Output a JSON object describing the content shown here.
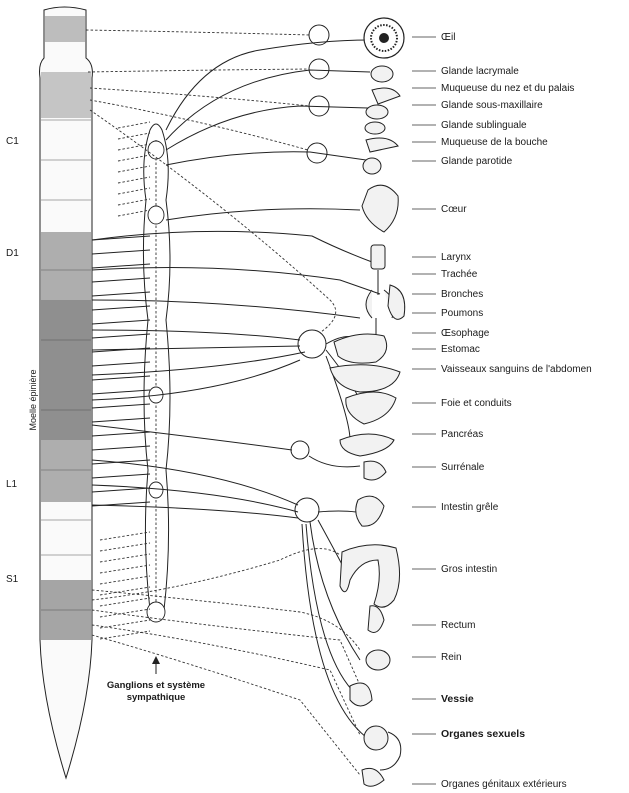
{
  "spinal_cord": {
    "title": "Moelle épinière",
    "segments": [
      "C1",
      "D1",
      "L1",
      "S1"
    ]
  },
  "sympathetic_caption": {
    "line1": "Ganglions et système",
    "line2": "sympathique"
  },
  "organs": [
    {
      "label": "Œil",
      "bold": false
    },
    {
      "label": "Glande lacrymale",
      "bold": false
    },
    {
      "label": "Muqueuse du nez et du palais",
      "bold": false
    },
    {
      "label": "Glande sous-maxillaire",
      "bold": false
    },
    {
      "label": "Glande sublinguale",
      "bold": false
    },
    {
      "label": "Muqueuse de la bouche",
      "bold": false
    },
    {
      "label": "Glande parotide",
      "bold": false
    },
    {
      "label": "Cœur",
      "bold": false
    },
    {
      "label": "Larynx",
      "bold": false
    },
    {
      "label": "Trachée",
      "bold": false
    },
    {
      "label": "Bronches",
      "bold": false
    },
    {
      "label": "Poumons",
      "bold": false
    },
    {
      "label": "Œsophage",
      "bold": false
    },
    {
      "label": "Estomac",
      "bold": false
    },
    {
      "label": "Vaisseaux sanguins de l'abdomen",
      "bold": false
    },
    {
      "label": "Foie et conduits",
      "bold": false
    },
    {
      "label": "Pancréas",
      "bold": false
    },
    {
      "label": "Surrénale",
      "bold": false
    },
    {
      "label": "Intestin grêle",
      "bold": false
    },
    {
      "label": "Gros intestin",
      "bold": false
    },
    {
      "label": "Rectum",
      "bold": false
    },
    {
      "label": "Rein",
      "bold": false
    },
    {
      "label": "Vessie",
      "bold": true
    },
    {
      "label": "Organes sexuels",
      "bold": true
    },
    {
      "label": "Organes génitaux extérieurs",
      "bold": false
    }
  ]
}
